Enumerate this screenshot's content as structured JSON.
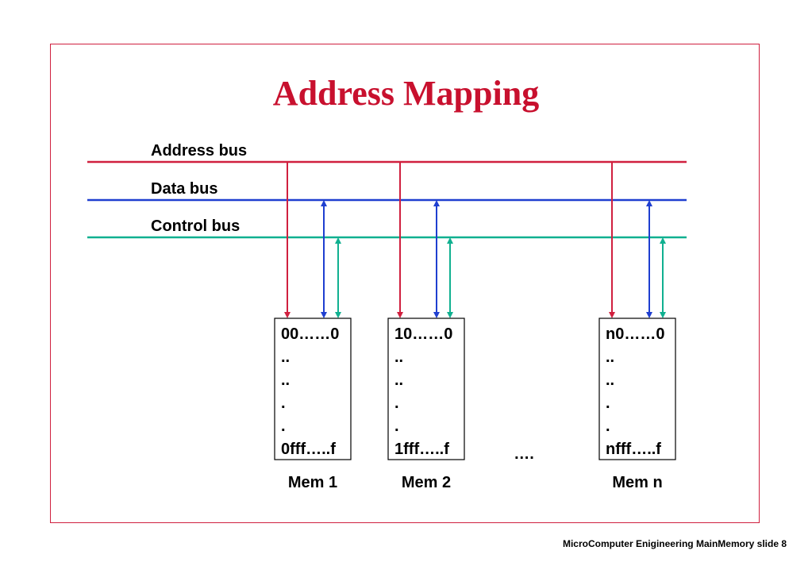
{
  "title": "Address Mapping",
  "footer": "MicroComputer Enigineering MainMemory slide 8",
  "buses": [
    {
      "label": "Address bus",
      "color": "#d0203f"
    },
    {
      "label": "Data bus",
      "color": "#1f3fd0"
    },
    {
      "label": "Control bus",
      "color": "#10b090"
    }
  ],
  "memories": [
    {
      "name": "Mem 1",
      "lines": [
        "00……0",
        "..",
        "..",
        ".",
        ".",
        "0fff…..f"
      ]
    },
    {
      "name": "Mem 2",
      "lines": [
        "10……0",
        "..",
        "..",
        ".",
        ".",
        "1fff…..f"
      ]
    },
    {
      "name": "Mem n",
      "lines": [
        "n0……0",
        "..",
        "..",
        ".",
        ".",
        "nfff…..f"
      ]
    }
  ],
  "ellipsis": "…."
}
